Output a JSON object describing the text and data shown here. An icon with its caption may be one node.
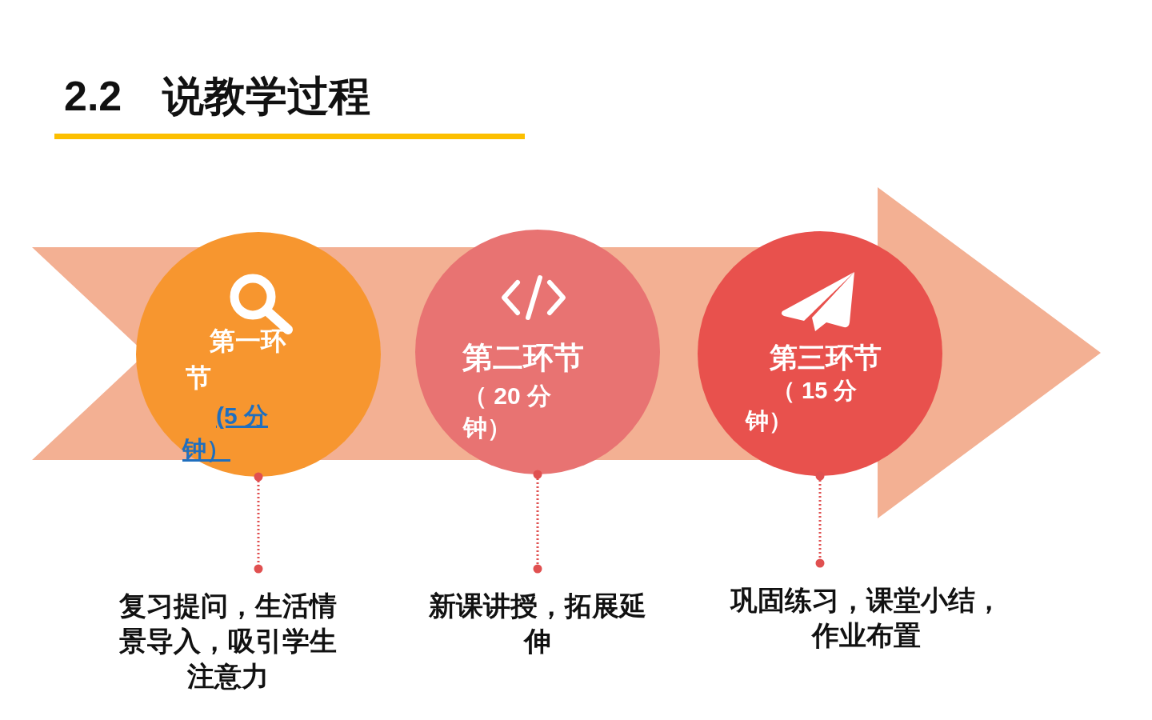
{
  "diagram": {
    "title": "2.2 说教学过程",
    "nodes": [
      {
        "text": [
          "第一环节",
          "(5 分钟）"
        ]
      },
      {
        "text": [
          "第二环节",
          "（ 20 分钟）"
        ]
      },
      {
        "text": [
          "第三环节",
          "（ 15 分钟）"
        ]
      },
      {
        "text": [
          "复习提问，生活情景导入，吸引学生注意力"
        ]
      },
      {
        "text": [
          "新课讲授，拓展延伸"
        ]
      },
      {
        "text": [
          "巩固练习，课堂小结，作业布置"
        ]
      }
    ],
    "edges": [
      {
        "from": 0,
        "to": 3,
        "arrow": "other",
        "style": "dashed"
      },
      {
        "from": 1,
        "to": 4,
        "arrow": "other",
        "style": "dashed"
      },
      {
        "from": 2,
        "to": 5,
        "arrow": "other",
        "style": "dashed"
      }
    ]
  }
}
